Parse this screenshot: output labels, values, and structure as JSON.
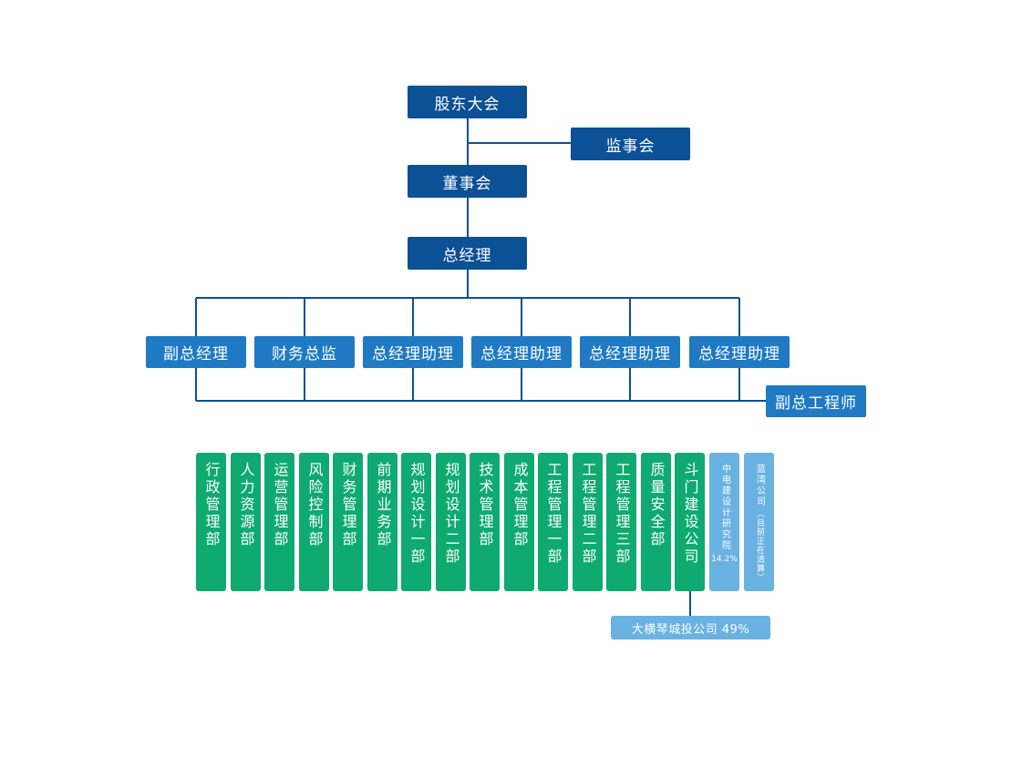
{
  "top": {
    "shareholders": "股东大会",
    "supervisory": "监事会",
    "board": "董事会",
    "gm": "总经理"
  },
  "deputies": [
    "副总经理",
    "财务总监",
    "总经理助理",
    "总经理助理",
    "总经理助理",
    "总经理助理"
  ],
  "chief_engineer": "副总工程师",
  "departments": [
    "行政管理部",
    "人力资源部",
    "运营管理部",
    "风险控制部",
    "财务管理部",
    "前期业务部",
    "规划设计一部",
    "规划设计二部",
    "技术管理部",
    "成本管理部",
    "工程管理一部",
    "工程管理二部",
    "工程管理三部",
    "质量安全部",
    "斗门建设公司"
  ],
  "affiliates": [
    {
      "name": "中电建设计研究院",
      "share": "14.2%"
    },
    {
      "name": "蓝湾公司",
      "note": "（目前正在清算）"
    }
  ],
  "subsidiary": "大横琴城投公司  49%",
  "colors": {
    "top_level": "#0c5096",
    "second_level": "#1f7ac3",
    "department": "#0eaa71",
    "affiliate": "#69b2e2",
    "line": "#0c5096"
  }
}
